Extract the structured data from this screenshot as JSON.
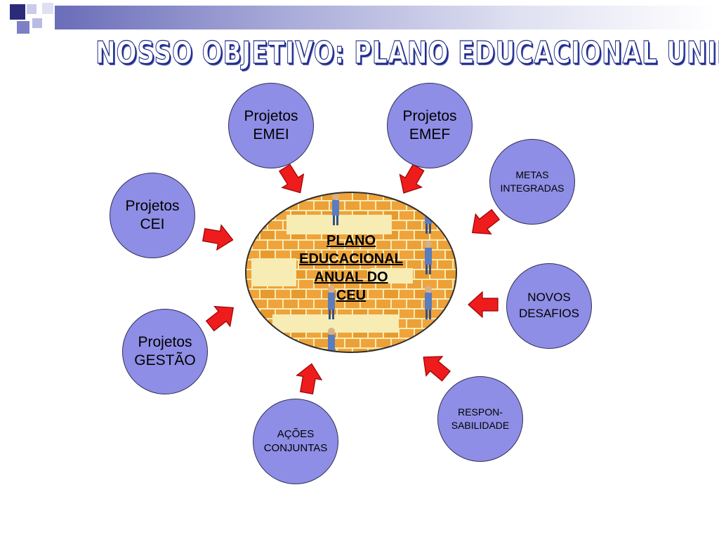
{
  "slide": {
    "title": "NOSSO OBJETIVO: PLANO EDUCACIONAL UNIFICADO"
  },
  "center": {
    "label": "PLANO\nEDUCACIONAL\nANUAL DO\nCEU"
  },
  "nodes": [
    {
      "id": "emei",
      "label": "Projetos\nEMEI"
    },
    {
      "id": "emef",
      "label": "Projetos\nEMEF"
    },
    {
      "id": "metas",
      "label": "METAS\nINTEGRADAS"
    },
    {
      "id": "cei",
      "label": "Projetos\nCEI"
    },
    {
      "id": "novos",
      "label": "NOVOS\nDESAFIOS"
    },
    {
      "id": "gestao",
      "label": "Projetos\nGESTÃO"
    },
    {
      "id": "acoes",
      "label": "AÇÕES\nCONJUNTAS"
    },
    {
      "id": "respon",
      "label": "RESPON-\nSABILIDADE"
    }
  ],
  "colors": {
    "node_fill": "#8e8ee6",
    "arrow": "#ee1c1c",
    "title_outline": "#1e2a8a",
    "brick": "#f0a33a",
    "mortar": "#f6ecb4"
  },
  "icons": {
    "arrow": "red-block-arrow",
    "center_picture": "brick-wall-builders-clipart"
  }
}
